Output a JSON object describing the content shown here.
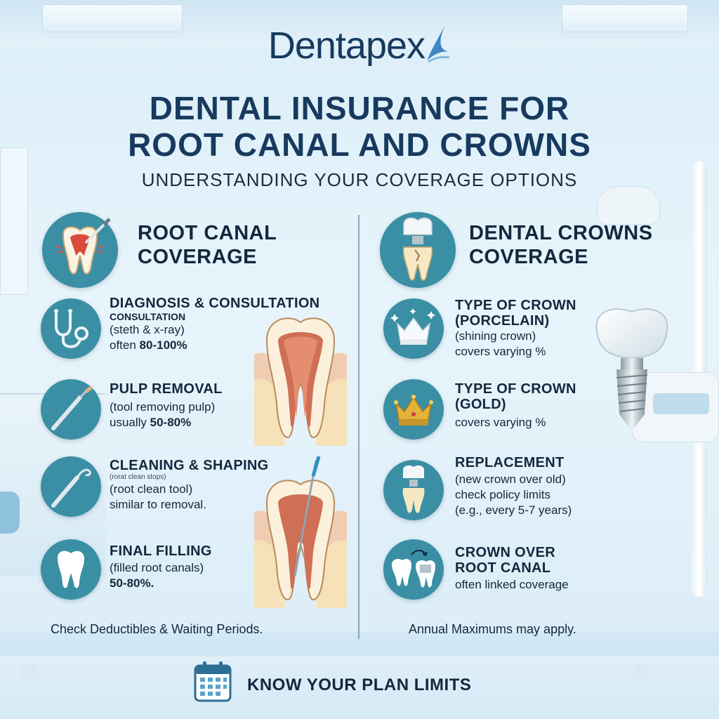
{
  "brand": {
    "name": "Dentapex"
  },
  "header": {
    "title_line1": "DENTAL INSURANCE FOR",
    "title_line2": "ROOT CANAL AND CROWNS",
    "subtitle": "UNDERSTANDING YOUR COVERAGE OPTIONS"
  },
  "left": {
    "heading_line1": "ROOT CANAL",
    "heading_line2": "COVERAGE",
    "icon": "root-canal-tooth-icon",
    "items": [
      {
        "icon": "stethoscope-icon",
        "title": "DIAGNOSIS & CONSULTATION",
        "sub": "CONSULTATION",
        "line1": "(steth & x-ray)",
        "line2_pre": "often ",
        "line2_bold": "80-100%"
      },
      {
        "icon": "dental-probe-icon",
        "title": "PULP REMOVAL",
        "line1": "(tool removing pulp)",
        "line2_pre": "usually ",
        "line2_bold": "50-80%"
      },
      {
        "icon": "scaler-tool-icon",
        "title": "CLEANING & SHAPING",
        "tiny": "(rorat clean stops)",
        "line1": "(root clean tool)",
        "line2": "similar to removal."
      },
      {
        "icon": "tooth-icon",
        "title": "FINAL FILLING",
        "line1": "(filled root canals)",
        "line2_bold": "50-80%."
      }
    ],
    "footnote": "Check Deductibles & Waiting Periods."
  },
  "right": {
    "heading_line1": "DENTAL CROWNS",
    "heading_line2": "COVERAGE",
    "icon": "crown-tooth-icon",
    "items": [
      {
        "icon": "porcelain-crown-icon",
        "title1": "TYPE OF CROWN",
        "title2": "(PORCELAIN)",
        "line1": "(shining crown)",
        "line2": "covers varying %"
      },
      {
        "icon": "gold-crown-icon",
        "title1": "TYPE OF CROWN",
        "title2": "(GOLD)",
        "line1": "covers varying %"
      },
      {
        "icon": "replacement-crown-icon",
        "title1": "REPLACEMENT",
        "line1": "(new crown over old)",
        "line2": "check policy limits",
        "line3": "(e.g., every 5-7 years)"
      },
      {
        "icon": "crown-over-root-icon",
        "title1": "CROWN OVER",
        "title2": "ROOT CANAL",
        "line1": "often linked coverage"
      }
    ],
    "footnote": "Annual Maximums may apply."
  },
  "banner": {
    "icon": "calendar-icon",
    "text": "KNOW YOUR PLAN LIMITS"
  },
  "colors": {
    "navy": "#173a5e",
    "teal": "#3b8fa4",
    "ink": "#13283d",
    "gold": "#e2b23a"
  }
}
